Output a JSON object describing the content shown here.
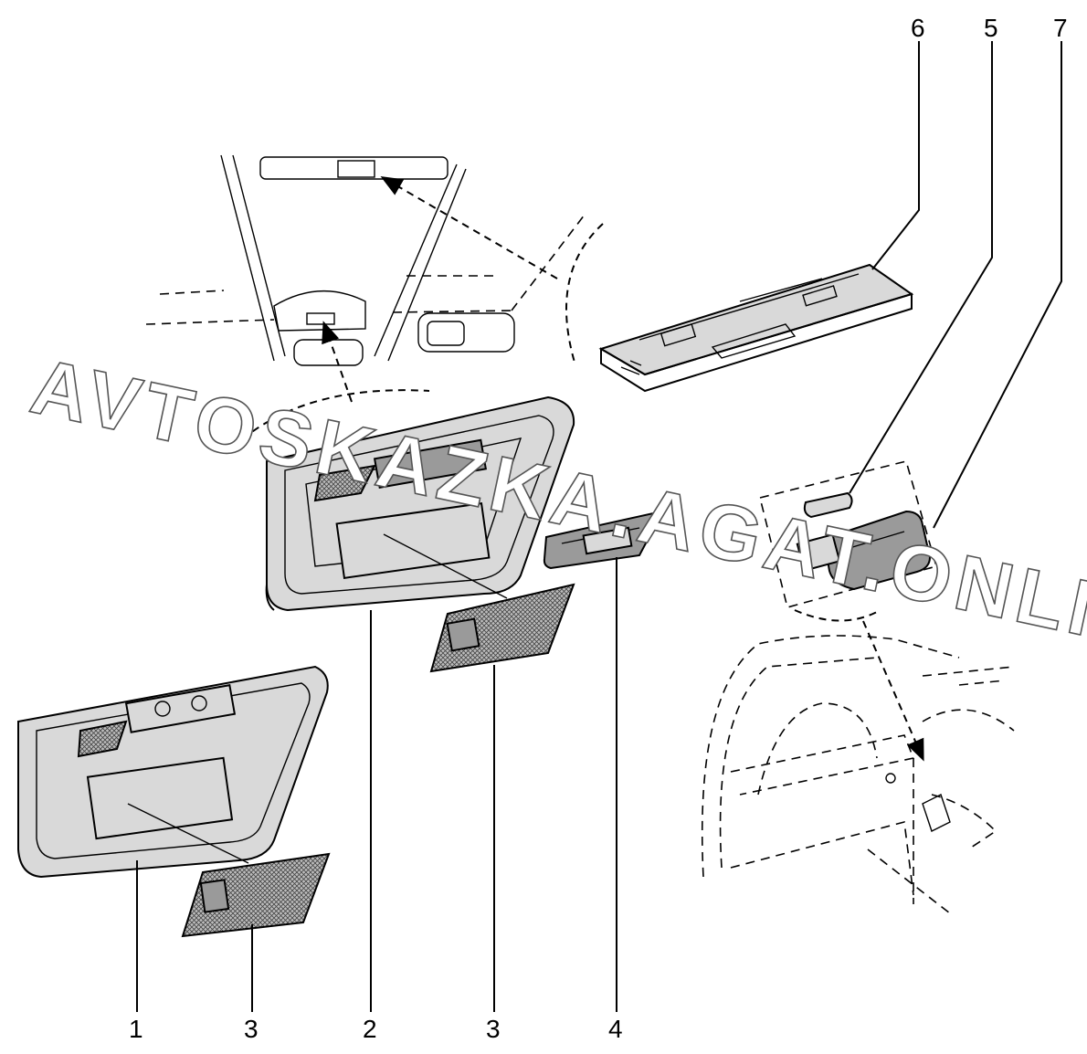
{
  "watermark": {
    "line1": "AVTOSKAZKA.AGAT.ONLINE"
  },
  "callouts": [
    {
      "id": "c1",
      "label": "1"
    },
    {
      "id": "c3a",
      "label": "3"
    },
    {
      "id": "c2",
      "label": "2"
    },
    {
      "id": "c3b",
      "label": "3"
    },
    {
      "id": "c4",
      "label": "4"
    },
    {
      "id": "c6",
      "label": "6"
    },
    {
      "id": "c5",
      "label": "5"
    },
    {
      "id": "c7",
      "label": "7"
    }
  ]
}
